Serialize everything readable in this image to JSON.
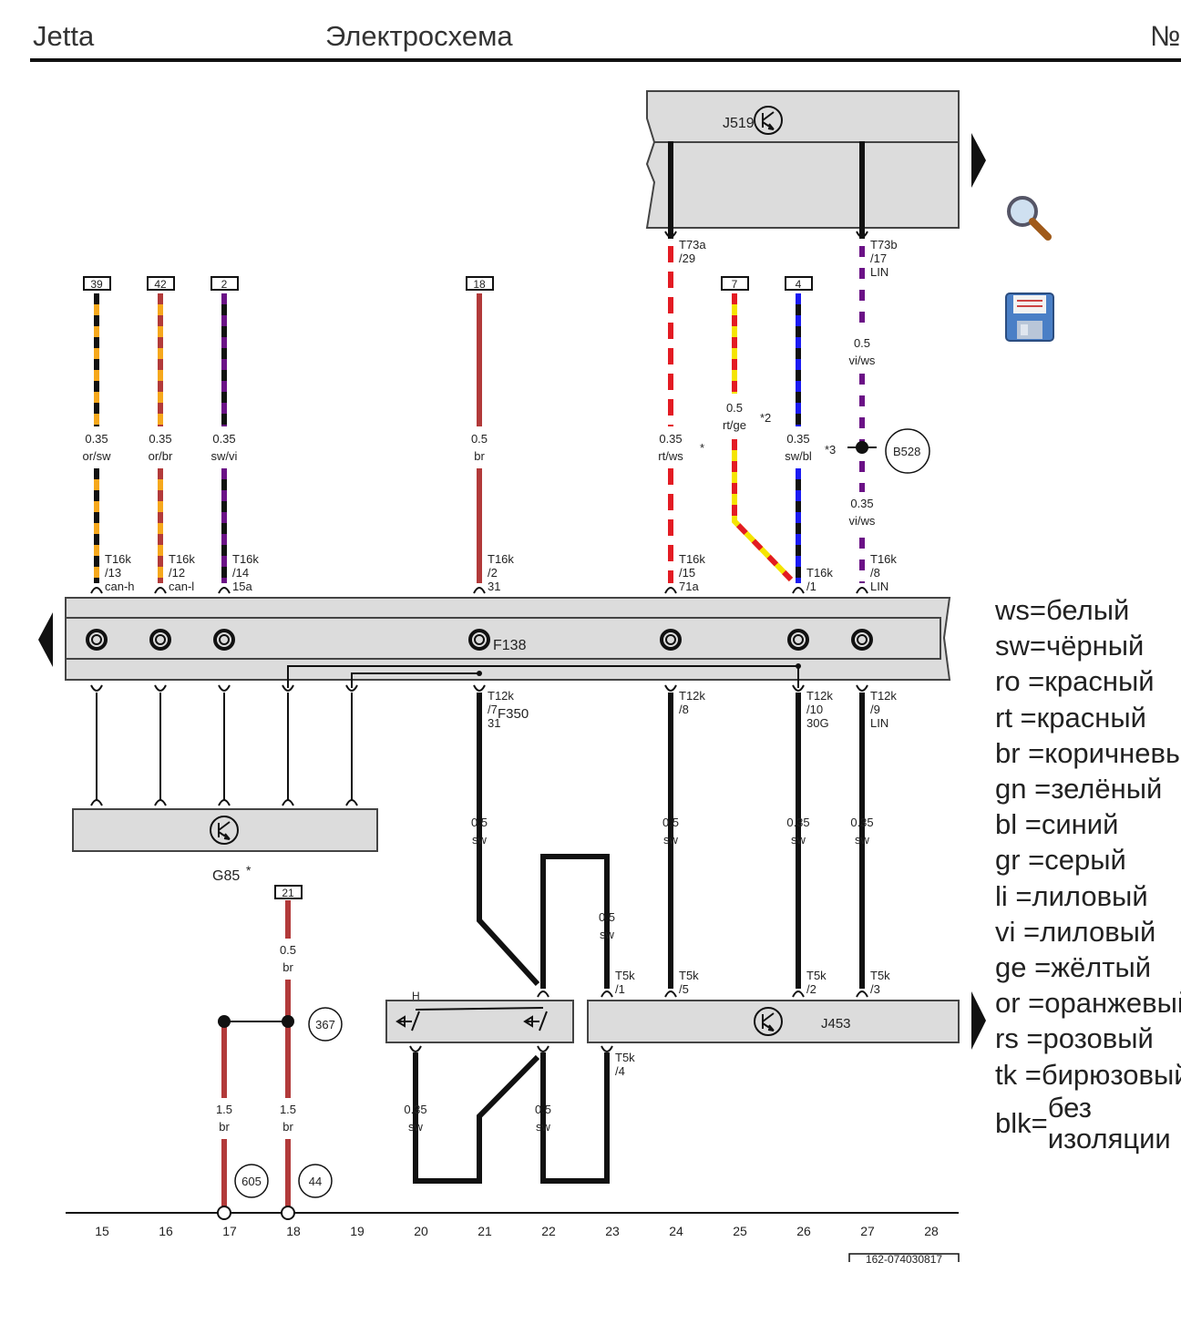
{
  "header": {
    "car": "Jetta",
    "title": "Электросхема",
    "page_no": "№"
  },
  "components": {
    "j519": "J519",
    "j453": "J453",
    "g85": "G85",
    "g85_star": "*",
    "f138": "F138",
    "f350": "F350",
    "b528": "B528",
    "switch_h": "H"
  },
  "circles": {
    "c367": "367",
    "c605": "605",
    "c44": "44"
  },
  "top_boxes": [
    {
      "label": "39",
      "key": "b39"
    },
    {
      "label": "42",
      "key": "b42"
    },
    {
      "label": "2",
      "key": "b2"
    },
    {
      "label": "18",
      "key": "b18"
    },
    {
      "label": "7",
      "key": "b7"
    },
    {
      "label": "4",
      "key": "b4"
    }
  ],
  "box21": "21",
  "connectors": {
    "t73a": [
      "T73a",
      "/29"
    ],
    "t73b": [
      "T73b",
      "/17",
      "LIN"
    ],
    "t16k_13": [
      "T16k",
      "/13",
      "can-h"
    ],
    "t16k_12": [
      "T16k",
      "/12",
      "can-l"
    ],
    "t16k_14": [
      "T16k",
      "/14",
      "15a"
    ],
    "t16k_2": [
      "T16k",
      "/2",
      "31"
    ],
    "t16k_15": [
      "T16k",
      "/15",
      "71a"
    ],
    "t16k_1": [
      "T16k",
      "/1"
    ],
    "t16k_8": [
      "T16k",
      "/8",
      "LIN"
    ],
    "t12k_7": [
      "T12k",
      "/7",
      "31"
    ],
    "t12k_8": [
      "T12k",
      "/8"
    ],
    "t12k_10": [
      "T12k",
      "/10",
      "30G"
    ],
    "t12k_9": [
      "T12k",
      "/9",
      "LIN"
    ],
    "t5k_1": [
      "T5k",
      "/1"
    ],
    "t5k_5": [
      "T5k",
      "/5"
    ],
    "t5k_2": [
      "T5k",
      "/2"
    ],
    "t5k_3": [
      "T5k",
      "/3"
    ],
    "t5k_4": [
      "T5k",
      "/4"
    ]
  },
  "wires": {
    "w1": [
      "0.35",
      "or/sw"
    ],
    "w2": [
      "0.35",
      "or/br"
    ],
    "w3": [
      "0.35",
      "sw/vi"
    ],
    "w4": [
      "0.5",
      "br"
    ],
    "w5": [
      "0.35",
      "rt/ws"
    ],
    "w6": [
      "0.5",
      "rt/ge"
    ],
    "w7": [
      "0.35",
      "sw/bl"
    ],
    "w8": [
      "0.5",
      "vi/ws"
    ],
    "w9": [
      "0.35",
      "vi/ws"
    ],
    "w10": [
      "0.5",
      "sw"
    ],
    "w11": [
      "0.5",
      "sw"
    ],
    "w12": [
      "0.35",
      "sw"
    ],
    "w13": [
      "0.35",
      "sw"
    ],
    "w14": [
      "0.5",
      "sw"
    ],
    "w15": [
      "0.5",
      "br"
    ],
    "w16": [
      "1.5",
      "br"
    ],
    "w17": [
      "1.5",
      "br"
    ],
    "w18": [
      "0.35",
      "sw"
    ],
    "w19": [
      "0.5",
      "sw"
    ]
  },
  "notes": {
    "star1": "*",
    "star2": "*2",
    "star3": "*3"
  },
  "grid_numbers": [
    "15",
    "16",
    "17",
    "18",
    "19",
    "20",
    "21",
    "22",
    "23",
    "24",
    "25",
    "26",
    "27",
    "28"
  ],
  "doc_code": "162-074030817",
  "legend": [
    {
      "code": "ws",
      "sep": "=",
      "name": "белый"
    },
    {
      "code": "sw",
      "sep": "=",
      "name": "чёрный"
    },
    {
      "code": "ro",
      "sep": " =",
      "name": "красный"
    },
    {
      "code": "rt",
      "sep": " =",
      "name": "красный"
    },
    {
      "code": "br",
      "sep": " =",
      "name": "коричневый"
    },
    {
      "code": "gn",
      "sep": " =",
      "name": "зелёный"
    },
    {
      "code": "bl",
      "sep": " =",
      "name": "синий"
    },
    {
      "code": "gr",
      "sep": " =",
      "name": "серый"
    },
    {
      "code": "li",
      "sep": " =",
      "name": "лиловый"
    },
    {
      "code": "vi",
      "sep": " =",
      "name": "лиловый"
    },
    {
      "code": "ge",
      "sep": " =",
      "name": "жёлтый"
    },
    {
      "code": "or",
      "sep": " =",
      "name": "оранжевый"
    },
    {
      "code": "rs",
      "sep": " =",
      "name": "розовый"
    },
    {
      "code": "tk",
      "sep": " =",
      "name": "бирюзовый"
    },
    {
      "code": "blk",
      "sep": "=",
      "name": "без изоляции"
    }
  ],
  "colors": {
    "black": "#111111",
    "orange": "#f6a81c",
    "brown": "#b23a3a",
    "red": "#e31b23",
    "yellow": "#f5e400",
    "blue": "#1b1bf2",
    "violet": "#6b1186",
    "white": "#ffffff",
    "box_fill": "#dcdcdc",
    "box_stroke": "#444444"
  },
  "icons": [
    "magnifier-icon",
    "floppy-save-icon",
    "arrow-right-icon",
    "arrow-left-icon"
  ]
}
